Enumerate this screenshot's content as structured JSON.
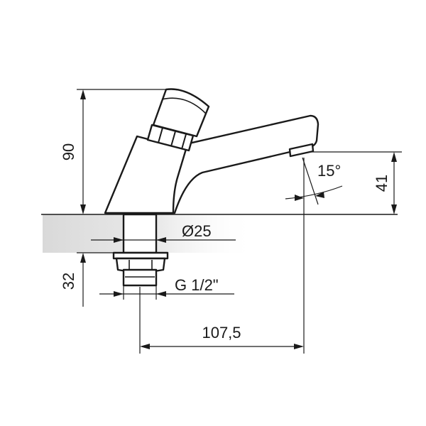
{
  "diagram": {
    "dimensions": {
      "height_total": "90",
      "height_spout": "41",
      "spout_angle": "15°",
      "base_diameter": "Ø25",
      "thread_height": "32",
      "thread_size": "G 1/2\"",
      "length": "107,5"
    },
    "colors": {
      "line": "#1a1a1a",
      "countertop_shade": "#d9d9d9",
      "background": "#ffffff"
    }
  }
}
